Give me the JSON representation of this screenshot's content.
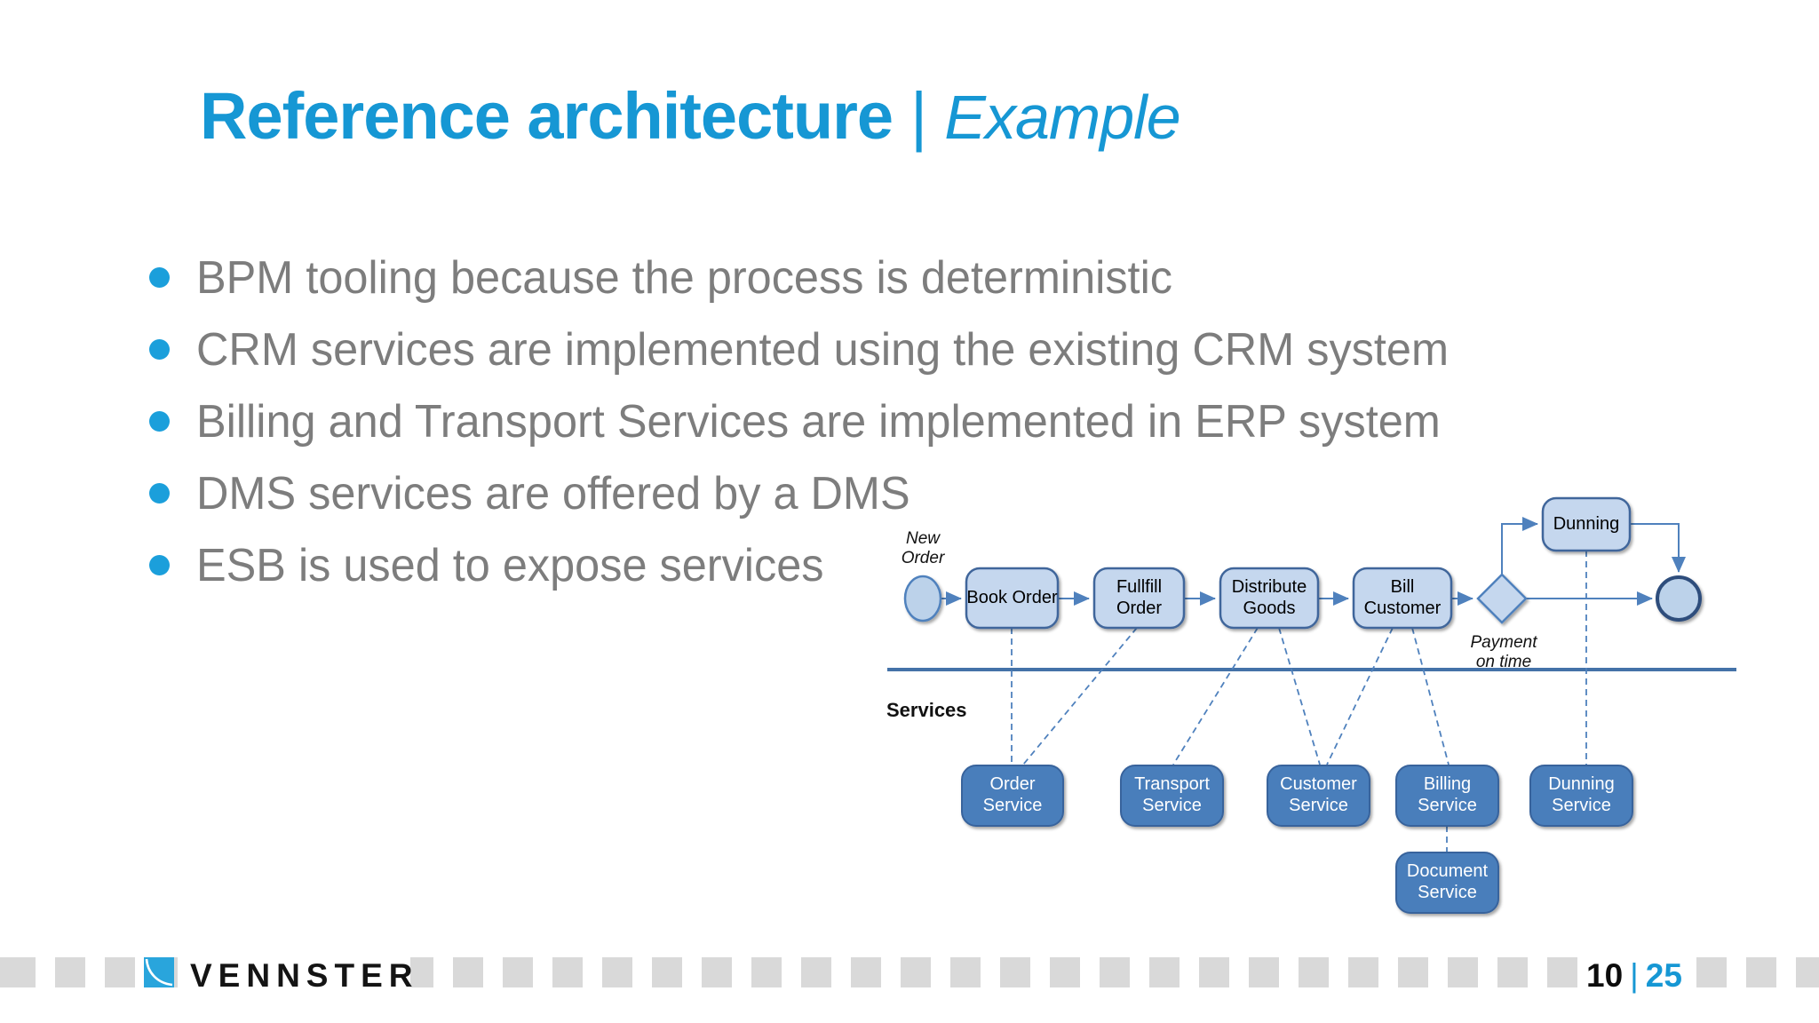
{
  "slide": {
    "title": {
      "main": "Reference architecture",
      "separator": "|",
      "emphasis": "Example"
    },
    "bullets": [
      "BPM tooling because the process is deterministic",
      "CRM services are implemented using the existing CRM system",
      "Billing and Transport Services are implemented in ERP system",
      "DMS services are offered by a DMS",
      "ESB is used to expose services"
    ]
  },
  "diagram": {
    "start_event_label": "New Order",
    "process_steps": [
      "Book Order",
      "Fullfill Order",
      "Distribute Goods",
      "Bill Customer"
    ],
    "gateway_label": "Payment on time",
    "dunning_task": "Dunning",
    "lane_label": "Services",
    "services": [
      "Order Service",
      "Transport Service",
      "Customer Service",
      "Billing Service",
      "Dunning Service"
    ],
    "sub_service": "Document Service"
  },
  "footer": {
    "brand": "VENNSTER",
    "page_current": "10",
    "page_separator": "|",
    "page_total": "25"
  },
  "colors": {
    "accent_blue": "#1697D4",
    "bullet_blue": "#1B9FDB",
    "body_gray": "#7D7D7D",
    "process_fill": "#C5D7EE",
    "process_border": "#41669B",
    "service_fill": "#4A7EBB",
    "service_border": "#38639C",
    "connector_blue": "#4F81BD",
    "lane_line_blue": "#4472A8",
    "footer_square_gray": "#D9D9D9",
    "logo_blue": "#29A5DC"
  }
}
